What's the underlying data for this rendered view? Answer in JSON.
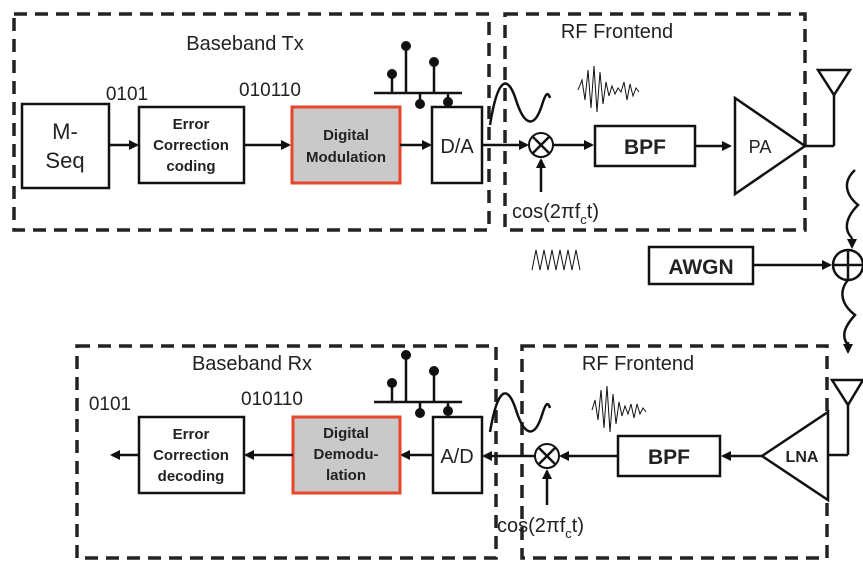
{
  "tx": {
    "section_title": "Baseband Tx",
    "bits_a": "0101",
    "bits_b": "010110",
    "mseq_1": "M-",
    "mseq_2": "Seq",
    "ecc_1": "Error",
    "ecc_2": "Correction",
    "ecc_3": "coding",
    "mod_1": "Digital",
    "mod_2": "Modulation",
    "dac": "D/A"
  },
  "tx_rf": {
    "section_title": "RF Frontend",
    "bpf": "BPF",
    "pa": "PA",
    "lo": "cos(2πf",
    "lo_sub": "c",
    "lo_end": "t)"
  },
  "channel": {
    "awgn": "AWGN"
  },
  "rx_rf": {
    "section_title": "RF Frontend",
    "bpf": "BPF",
    "lna": "LNA",
    "lo": "cos(2πf",
    "lo_sub": "c",
    "lo_end": "t)"
  },
  "rx": {
    "section_title": "Baseband Rx",
    "bits_a": "0101",
    "bits_b": "010110",
    "ecc_1": "Error",
    "ecc_2": "Correction",
    "ecc_3": "decoding",
    "demod_1": "Digital",
    "demod_2": "Demodu-",
    "demod_3": "lation",
    "adc": "A/D"
  },
  "colors": {
    "highlight_border": "#e8462c",
    "highlight_fill": "#c9c9c9"
  }
}
